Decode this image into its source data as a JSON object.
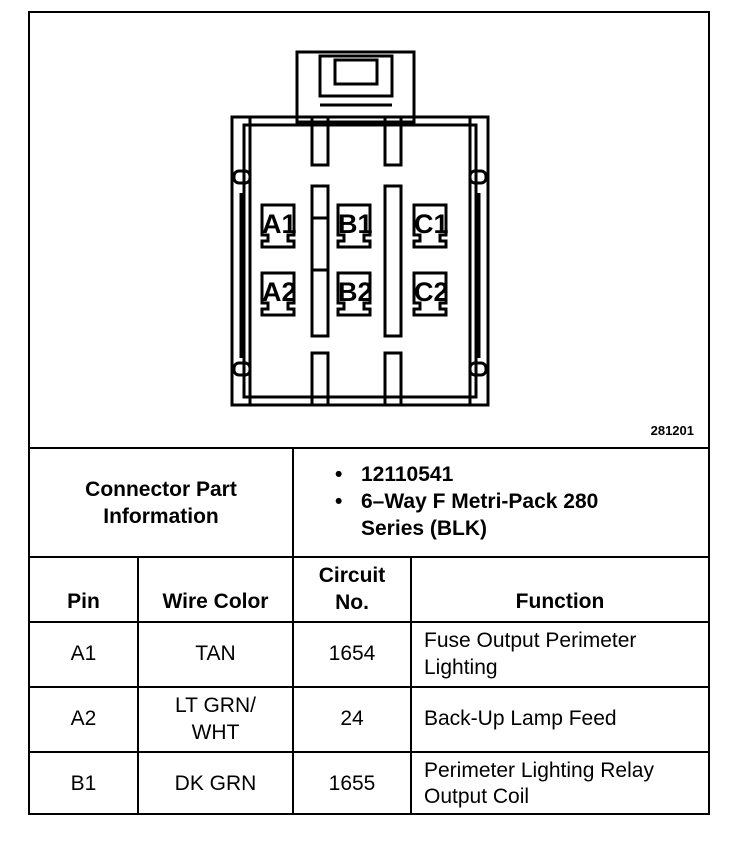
{
  "figure": {
    "id": "281201",
    "pins": [
      "A1",
      "B1",
      "C1",
      "A2",
      "B2",
      "C2"
    ]
  },
  "part_info": {
    "label": "Connector Part Information",
    "items": [
      "12110541",
      "6–Way F Metri-Pack 280 Series (BLK)"
    ]
  },
  "table": {
    "headers": {
      "pin": "Pin",
      "wire_color": "Wire Color",
      "circuit": "Circuit No.",
      "function": "Function"
    },
    "rows": [
      {
        "pin": "A1",
        "wire_color": "TAN",
        "circuit": "1654",
        "function": "Fuse Output Perimeter Lighting"
      },
      {
        "pin": "A2",
        "wire_color": "LT GRN/ WHT",
        "circuit": "24",
        "function": "Back-Up Lamp Feed"
      },
      {
        "pin": "B1",
        "wire_color": "DK GRN",
        "circuit": "1655",
        "function": "Perimeter Lighting Relay Output Coil"
      }
    ]
  }
}
